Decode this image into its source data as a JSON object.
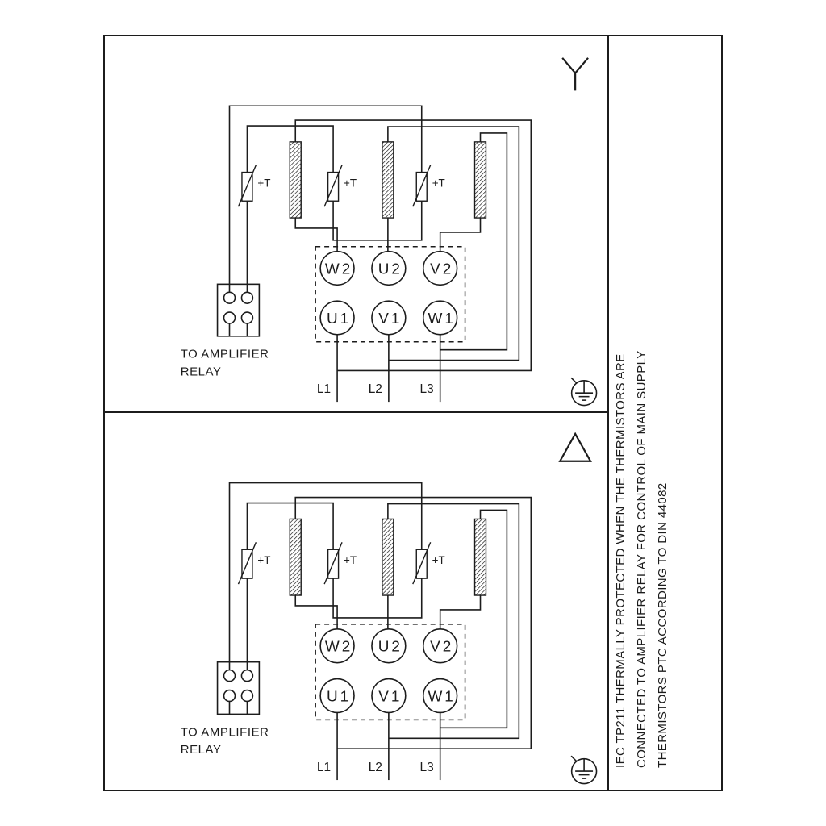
{
  "sheet": {
    "bg": "#ffffff",
    "ink": "#1c1c1c"
  },
  "side_note": {
    "lines": [
      "IEC TP211 THERMALLY PROTECTED WHEN THE THERMISTORS ARE",
      "CONNECTED TO AMPLIFIER RELAY FOR CONTROL OF MAIN SUPPLY",
      "THERMISTORS PTC ACCORDING TO DIN 44082"
    ]
  },
  "panels": [
    {
      "connection": "star",
      "symbol": "Y",
      "terminals_top": [
        "W2",
        "U2",
        "V2"
      ],
      "terminals_bottom": [
        "U1",
        "V1",
        "W1"
      ],
      "supply_lines": [
        "L1",
        "L2",
        "L3"
      ],
      "thermistor_label": "+T",
      "relay_caption": [
        "TO AMPLIFIER",
        "RELAY"
      ]
    },
    {
      "connection": "delta",
      "symbol": "Δ",
      "terminals_top": [
        "W2",
        "U2",
        "V2"
      ],
      "terminals_bottom": [
        "U1",
        "V1",
        "W1"
      ],
      "supply_lines": [
        "L1",
        "L2",
        "L3"
      ],
      "thermistor_label": "+T",
      "relay_caption": [
        "TO AMPLIFIER",
        "RELAY"
      ]
    }
  ]
}
